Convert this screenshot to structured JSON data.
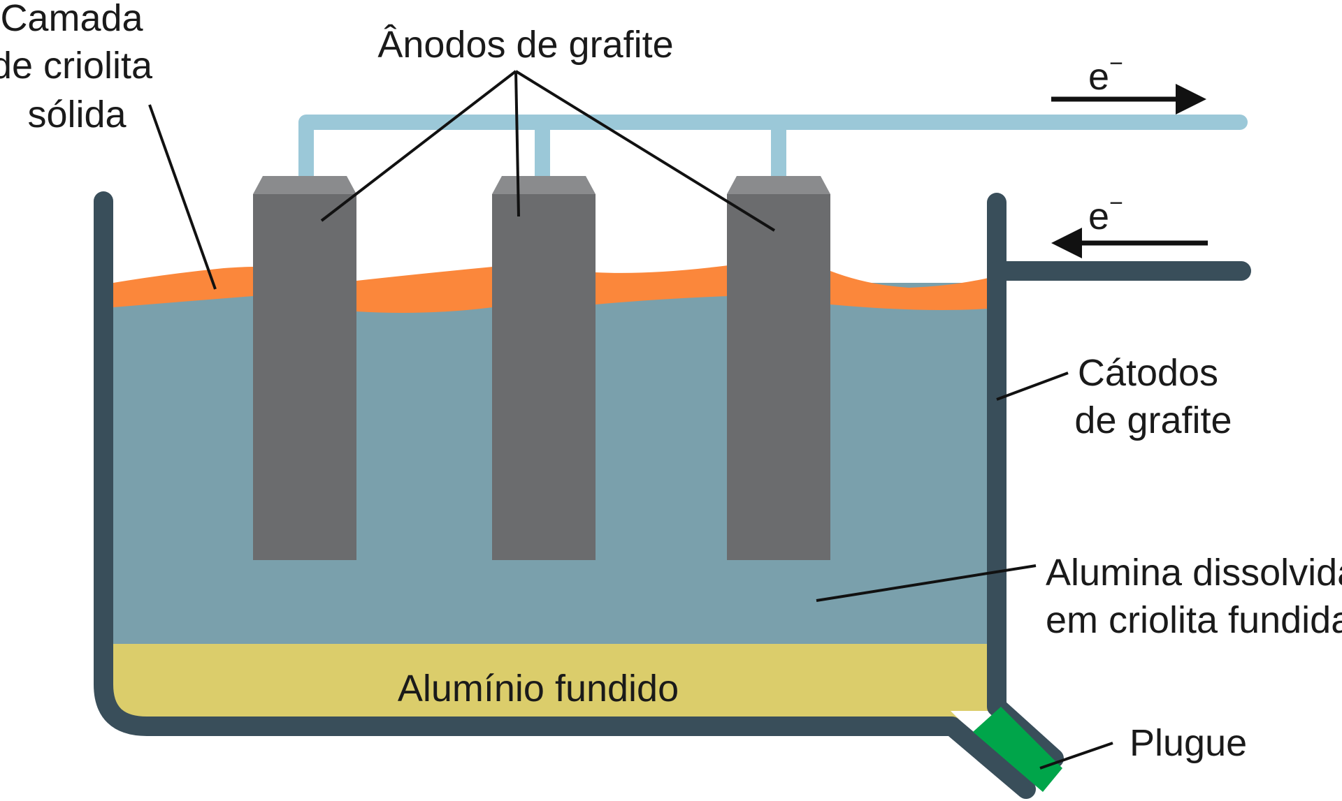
{
  "labels": {
    "solid_layer": [
      "Camada",
      "de criolita",
      "sólida"
    ],
    "anodes": "Ânodos de grafite",
    "cathodes": [
      "Cátodos",
      "de grafite"
    ],
    "electrolyte": [
      "Alumina dissolvida",
      "em criolita fundida"
    ],
    "molten_aluminum": "Alumínio fundido",
    "plug": "Plugue",
    "electron_base": "e",
    "electron_sup": "−"
  },
  "colors": {
    "tank_wall": "#394e5a",
    "electrolyte": "#7aa0ac",
    "solid_crust": "#fb873b",
    "molten_aluminum": "#dbcd6b",
    "anode_body": "#6b6c6e",
    "anode_top": "#8a8b8d",
    "connector": "#9bc8d8",
    "plug": "#00a54a",
    "leader_line": "#111111"
  }
}
